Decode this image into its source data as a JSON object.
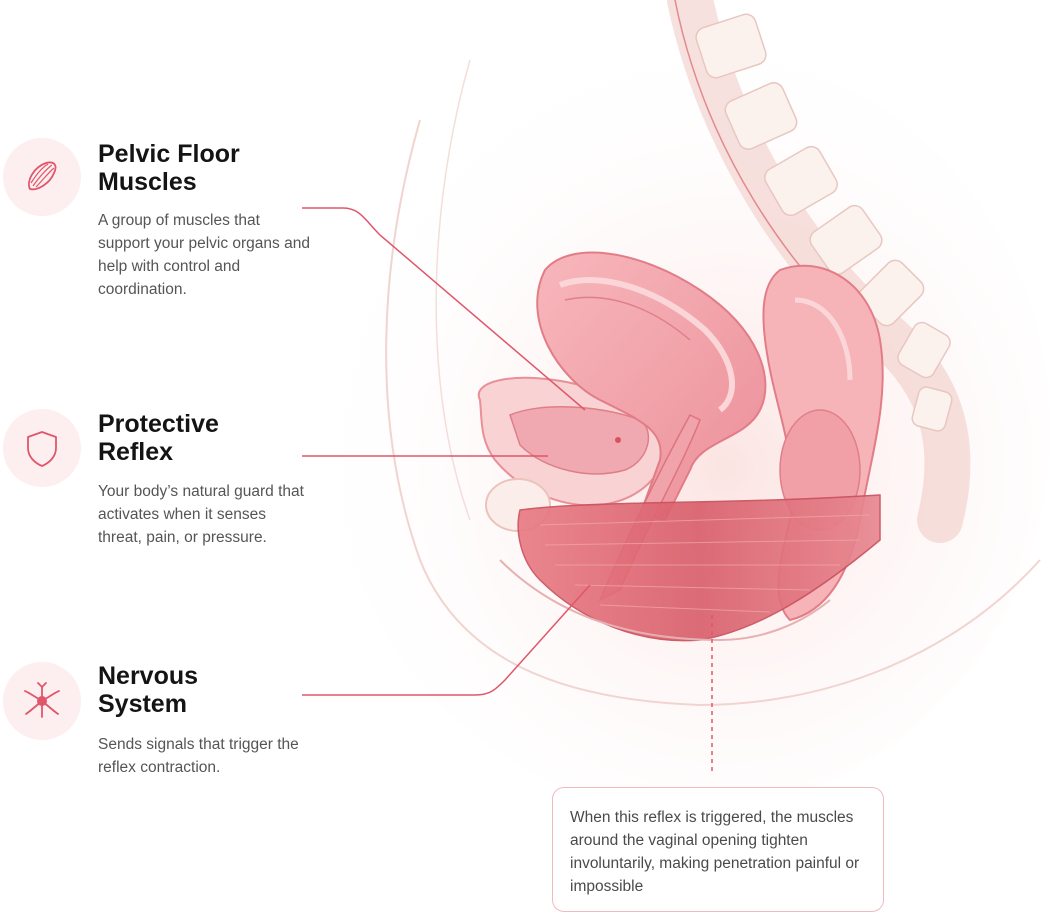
{
  "features": [
    {
      "icon": "muscle-fiber-icon",
      "title_line1": "Pelvic Floor",
      "title_line2": "Muscles",
      "description": "A group of muscles that support your pelvic organs and help with control and coordination."
    },
    {
      "icon": "shield-icon",
      "title_line1": "Protective",
      "title_line2": "Reflex",
      "description": "Your body’s natural guard that activates when it senses threat, pain, or pressure."
    },
    {
      "icon": "neuron-icon",
      "title_line1": "Nervous",
      "title_line2": "System",
      "description": "Sends signals that trigger the reflex contraction."
    }
  ],
  "callout": {
    "text": "When this reflex is triggered, the muscles around the vaginal opening tighten involuntarily, making penetration painful or impossible"
  },
  "colors": {
    "accent": "#e0566a",
    "icon_bg": "#fdeef0",
    "tissue": "#f3a4ad",
    "muscle": "#de6d77"
  }
}
